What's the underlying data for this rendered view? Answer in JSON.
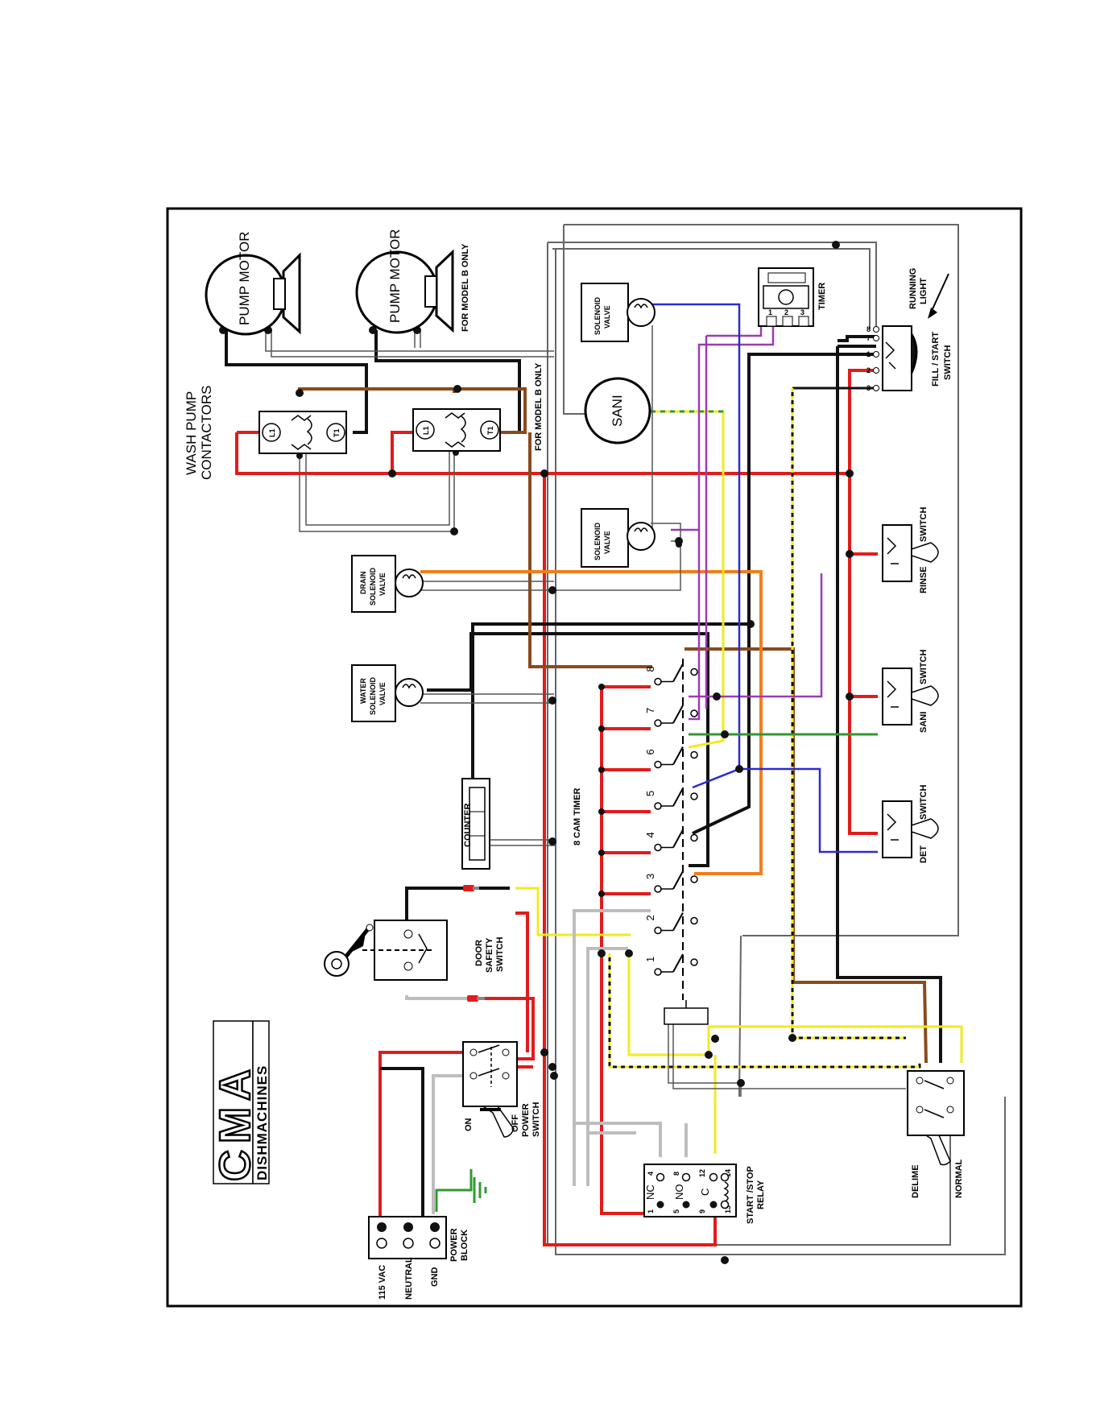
{
  "colors": {
    "red": "#e31b1b",
    "black": "#111111",
    "brown": "#8a4a1c",
    "orange": "#f07f1a",
    "yellow": "#f2ea1f",
    "purple": "#9b3bb5",
    "blue": "#2b2bd1",
    "green": "#2f9a2f",
    "gray": "#c4c4c4"
  },
  "labels": {
    "logo_letters": "CMA",
    "logo_sub": "DISHMACHINES",
    "pump_motor_1": "PUMP MOTOR",
    "pump_motor_2": "PUMP MOTOR",
    "model_b_1": "FOR MODEL B ONLY",
    "model_b_2": "FOR MODEL B ONLY",
    "wash_pump": "WASH PUMP",
    "contactors": "CONTACTORS",
    "l1_1": "L1",
    "t1_1": "T1",
    "l1_2": "L1",
    "t1_2": "T1",
    "solenoid_top_1": "SOLENOID",
    "solenoid_top_2": "VALVE",
    "timer": "TIMER",
    "timer_terms": [
      "1",
      "2",
      "3"
    ],
    "sani": "SANI",
    "running": "RUNNING",
    "light": "LIGHT",
    "fill_start": "FILL / START",
    "switch_word": "SWITCH",
    "fs_terms": [
      "8",
      "7",
      "1",
      "2",
      "3"
    ],
    "solenoid_mid_1": "SOLENOID",
    "solenoid_mid_2": "VALVE",
    "drain_1": "DRAIN",
    "drain_2": "SOLENOID",
    "drain_3": "VALVE",
    "water_1": "WATER",
    "water_2": "SOLENOID",
    "water_3": "VALVE",
    "rinse": "RINSE",
    "rinse_switch": "SWITCH",
    "sani_sw": "SANI",
    "sani_switch": "SWITCH",
    "det": "DET",
    "det_switch": "SWITCH",
    "counter": "COUNTER",
    "cam_timer": "8 CAM TIMER",
    "cam_numbers": [
      "1",
      "2",
      "3",
      "4",
      "5",
      "6",
      "7",
      "8"
    ],
    "door_1": "DOOR",
    "door_2": "SAFETY",
    "door_3": "SWITCH",
    "on": "ON",
    "off": "OFF",
    "power_1": "POWER",
    "power_2": "SWITCH",
    "vac": "115 VAC",
    "neutral": "NEUTRAL",
    "gnd": "GND",
    "block_1": "POWER",
    "block_2": "BLOCK",
    "nc": "NC",
    "no": "NO",
    "c": "C",
    "relay_terms": [
      "1",
      "4",
      "5",
      "8",
      "9",
      "12",
      "13",
      "14"
    ],
    "relay_1": "START /STOP",
    "relay_2": "RELAY",
    "delime": "DELIME",
    "normal": "NORMAL"
  }
}
